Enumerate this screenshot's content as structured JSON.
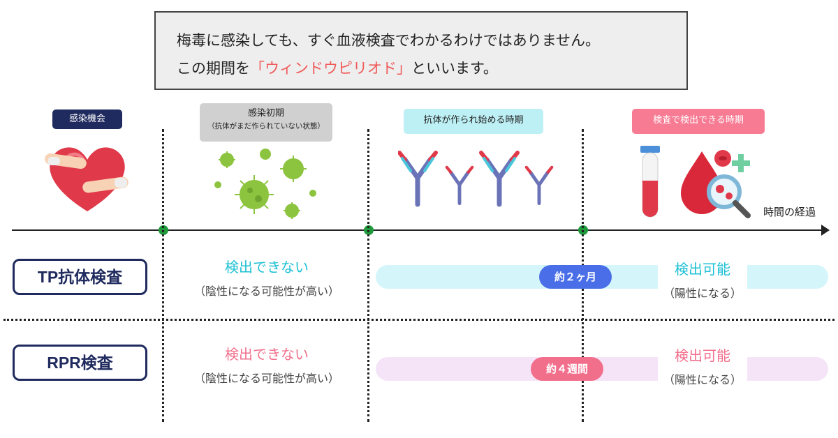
{
  "intro": {
    "line1": "梅毒に感染しても、すぐ血液検査でわかるわけではありません。",
    "line2_pre": "この期間を",
    "line2_accent": "「ウィンドウピリオド」",
    "line2_post": "といいます。"
  },
  "phases": {
    "infection": "感染機会",
    "early_title": "感染初期",
    "early_sub": "（抗体がまだ作られていない状態）",
    "antibody": "抗体が作られ始める時期",
    "detectable": "検査で検出できる時期"
  },
  "timeline": {
    "label": "時間の経過"
  },
  "tests": [
    {
      "name": "TP抗体検査",
      "undetectable": "検出できない",
      "undetectable_note": "（陰性になる可能性が高い）",
      "period": "約２ヶ月",
      "detectable": "検出可能",
      "detectable_note": "（陽性になる）"
    },
    {
      "name": "RPR検査",
      "undetectable": "検出できない",
      "undetectable_note": "（陰性になる可能性が高い）",
      "period": "約４週間",
      "detectable": "検出可能",
      "detectable_note": "（陽性になる）"
    }
  ],
  "colors": {
    "navy": "#1f2a5e",
    "accent_red": "#f05a5a",
    "tp_cyan": "#1cc0d4",
    "rpr_pink": "#f26f8c",
    "timeline_dot": "#1e9a3b"
  },
  "icons": {
    "infection": "heart-hug-icon",
    "early": "virus-icon",
    "antibody": "antibody-icon",
    "detectable": "blood-test-icon"
  }
}
